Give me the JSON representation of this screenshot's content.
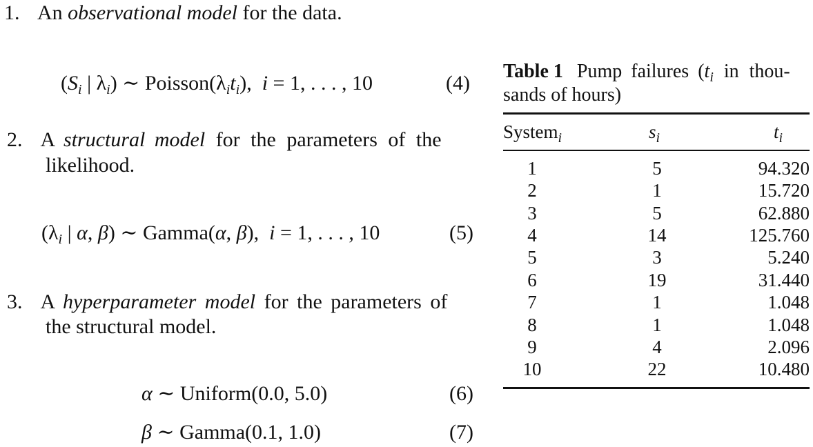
{
  "list": {
    "item1": {
      "number": "1.",
      "pre": "An ",
      "em": "observational model",
      "post": " for the data."
    },
    "item2": {
      "number": "2.",
      "pre": "A ",
      "em": "structural model",
      "post": " for the parameters of the",
      "line2": "likelihood."
    },
    "item3": {
      "number": "3.",
      "pre": "A ",
      "em": "hyperparameter model",
      "post": " for the parameters of",
      "line2": "the structural model."
    }
  },
  "equations": {
    "eq4": {
      "tag": "(4)"
    },
    "eq5": {
      "tag": "(5)"
    },
    "eq6": {
      "lhs": "α",
      "rhs": "∼ Uniform(0.0, 5.0)",
      "tag": "(6)"
    },
    "eq7": {
      "lhs": "β",
      "rhs": "∼ Gamma(0.1, 1.0)",
      "tag": "(7)"
    }
  },
  "table": {
    "caption_label": "Table 1",
    "caption_line1_text": "Pump failures (",
    "caption_line1_var": "t",
    "caption_line1_sub": "i",
    "caption_line1_rest": " in thou-",
    "caption_line2": "sands of hours)",
    "headers": {
      "system": "System",
      "system_sub": "i",
      "s": "s",
      "s_sub": "i",
      "t": "t",
      "t_sub": "i"
    },
    "rows": [
      [
        "1",
        "5",
        "94.320"
      ],
      [
        "2",
        "1",
        "15.720"
      ],
      [
        "3",
        "5",
        "62.880"
      ],
      [
        "4",
        "14",
        "125.760"
      ],
      [
        "5",
        "3",
        "5.240"
      ],
      [
        "6",
        "19",
        "31.440"
      ],
      [
        "7",
        "1",
        "1.048"
      ],
      [
        "8",
        "1",
        "1.048"
      ],
      [
        "9",
        "4",
        "2.096"
      ],
      [
        "10",
        "22",
        "10.480"
      ]
    ]
  }
}
